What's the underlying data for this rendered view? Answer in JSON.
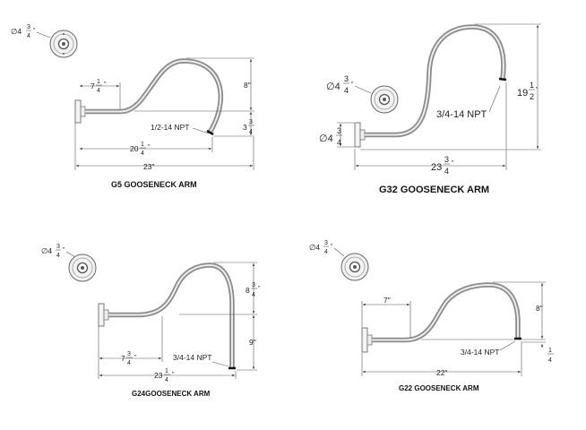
{
  "g5": {
    "title": "G5 GOOSENECK ARM",
    "plate_whole": "4",
    "plate_num": "3",
    "plate_den": "4",
    "reach_whole": "7",
    "reach_num": "1",
    "reach_den": "4",
    "rise_label": "8\"",
    "npt_label": "1/2-14 NPT",
    "drop_whole": "3",
    "drop_num": "3",
    "drop_den": "4",
    "proj_whole": "20",
    "proj_num": "1",
    "proj_den": "4",
    "total_label": "23\""
  },
  "g32": {
    "title": "G32 GOOSENECK ARM",
    "plate_whole": "4",
    "plate_num": "3",
    "plate_den": "4",
    "backplate_whole": "4",
    "backplate_num": "3",
    "backplate_den": "4",
    "height_whole": "19",
    "height_num": "1",
    "height_den": "2",
    "npt_label": "3/4-14 NPT",
    "total_whole": "23",
    "total_num": "3",
    "total_den": "4"
  },
  "g24": {
    "title": "G24GOOSENECK ARM",
    "plate_whole": "4",
    "plate_num": "3",
    "plate_den": "4",
    "rise_whole": "8",
    "rise_num": "3",
    "rise_den": "4",
    "drop_label": "9\"",
    "reach_whole": "7",
    "reach_num": "3",
    "reach_den": "4",
    "npt_label": "3/4-14 NPT",
    "total_whole": "23",
    "total_num": "1",
    "total_den": "4"
  },
  "g22": {
    "title": "G22 GOOSENECK ARM",
    "plate_whole": "4",
    "plate_num": "3",
    "plate_den": "4",
    "reach_label": "7\"",
    "rise_label": "8\"",
    "npt_label": "3/4-14 NPT",
    "drop_num": "1",
    "drop_den": "4",
    "total_label": "22\""
  },
  "symbols": {
    "diameter": "∅",
    "inch": "\""
  },
  "colors": {
    "pipe": "#8a8a8a",
    "pipe_highlight": "#ececec",
    "dimension": "#555555"
  }
}
